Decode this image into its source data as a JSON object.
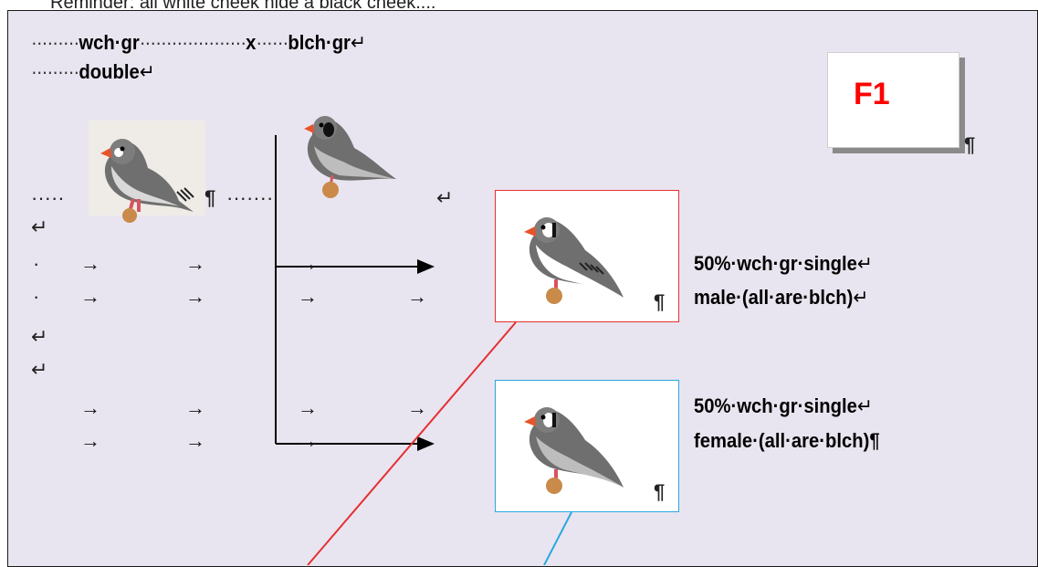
{
  "header_text": "Reminder: all white cheek hide a black cheek....",
  "line1": {
    "parent1": "wch·gr",
    "cross": "x",
    "parent2": "blch·gr",
    "break": "↵"
  },
  "line2": {
    "label": "double",
    "break": "↵"
  },
  "f1_label": "F1",
  "pilcrow": "¶",
  "return_mark": "↵",
  "arrow_mark": "→",
  "dot_mark": "·",
  "offspring": [
    {
      "line1": "50%·wch·gr·single",
      "line1_end": "↵",
      "line2": "male·(all·are·blch)",
      "line2_end": "↵",
      "border_color": "#e53030"
    },
    {
      "line1": "50%·wch·gr·single",
      "line1_end": "↵",
      "line2": "female·(all·are·blch)",
      "line2_end": "¶",
      "border_color": "#29a8e0"
    }
  ],
  "colors": {
    "frame_bg": "#e9e5f0",
    "f1_text": "#ff0000",
    "red_line": "#e53030",
    "blue_line": "#29a8e0"
  },
  "icons": [
    "white-cheek-zebra-finch-icon",
    "black-cheek-zebra-finch-icon",
    "male-offspring-finch-icon",
    "female-offspring-finch-icon"
  ]
}
